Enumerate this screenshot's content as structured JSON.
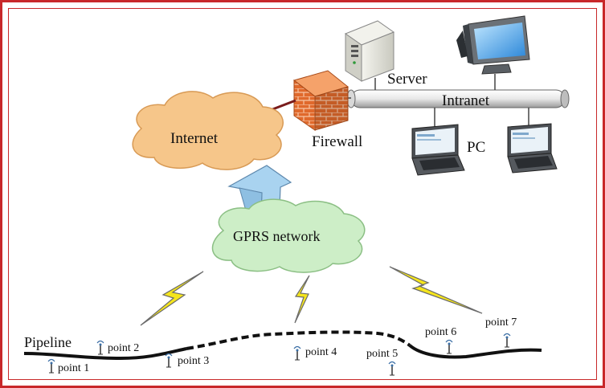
{
  "labels": {
    "server": "Server",
    "intranet": "Intranet",
    "internet": "Internet",
    "firewall": "Firewall",
    "pc": "PC",
    "gprs": "GPRS network",
    "pipeline": "Pipeline"
  },
  "points": [
    {
      "label": "point 1"
    },
    {
      "label": "point 2"
    },
    {
      "label": "point 3"
    },
    {
      "label": "point 4"
    },
    {
      "label": "point 5"
    },
    {
      "label": "point 6"
    },
    {
      "label": "point 7"
    }
  ],
  "colors": {
    "border": "#c8282a",
    "cloud": "#f6c68a",
    "cloud_edge": "#d89a55",
    "gprs_cloud": "#cdeec7",
    "gprs_edge": "#8bbf84",
    "arrow": "#a9d3f0",
    "bolt": "#f5e51c",
    "bolt_edge": "#6a6a6a",
    "firewall_link": "#7a1c1c"
  },
  "icons": [
    "server-icon",
    "desktop-pc-icon",
    "laptop-icon",
    "firewall-icon",
    "sensor-icon",
    "lightning-icon",
    "up-arrow-icon"
  ]
}
